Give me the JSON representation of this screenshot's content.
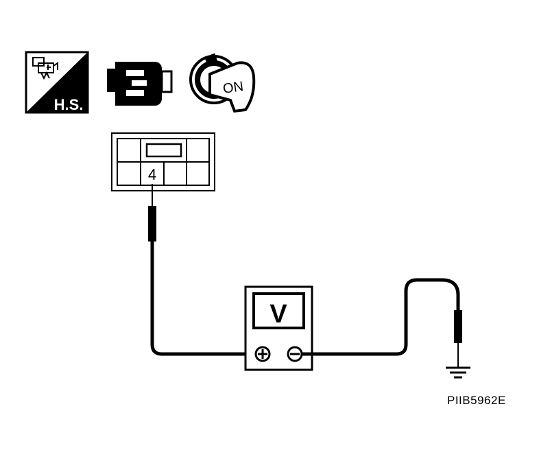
{
  "icons": {
    "harness_badge": {
      "name": "harness-connector-icon",
      "label": "H.S."
    },
    "connector_icon": {
      "name": "connector-disconnect-icon"
    },
    "ignition_icon": {
      "name": "ignition-key-icon",
      "label": "ON"
    }
  },
  "connector": {
    "terminal_label": "4"
  },
  "voltmeter": {
    "display_label": "V",
    "positive_symbol": "+",
    "negative_symbol": "−"
  },
  "ground": {
    "icon": "ground-icon"
  },
  "reference_code": "PIIB5962E",
  "colors": {
    "ink": "#000000",
    "paper": "#ffffff"
  }
}
